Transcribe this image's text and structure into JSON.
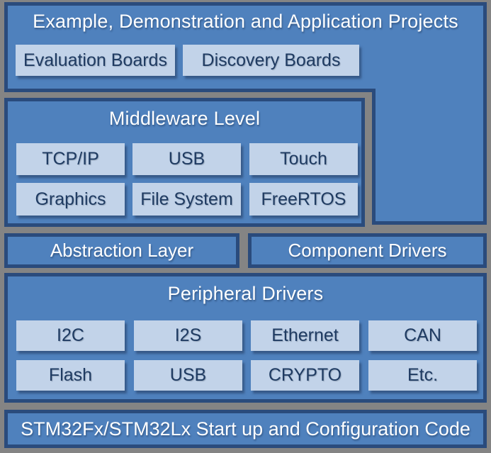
{
  "colors": {
    "background_gray": "#848484",
    "block_fill_blue": "#4F81BD",
    "block_border_navy": "#2A4B7C",
    "subblock_fill_light_blue": "#C2D3E9",
    "subblock_text_navy": "#1F3B62",
    "title_text_white": "#FFFFFF"
  },
  "diagram": {
    "application_layer": {
      "title": "Example, Demonstration and Application Projects",
      "boards": [
        "Evaluation Boards",
        "Discovery Boards"
      ]
    },
    "middleware": {
      "title": "Middleware Level",
      "components": [
        "TCP/IP",
        "USB",
        "Touch",
        "Graphics",
        "File System",
        "FreeRTOS"
      ]
    },
    "abstraction_layer": {
      "label": "Abstraction Layer"
    },
    "component_drivers": {
      "label": "Component Drivers"
    },
    "peripheral_drivers": {
      "title": "Peripheral Drivers",
      "components": [
        "I2C",
        "I2S",
        "Ethernet",
        "CAN",
        "Flash",
        "USB",
        "CRYPTO",
        "Etc."
      ]
    },
    "startup": {
      "label": "STM32Fx/STM32Lx Start up and Configuration Code"
    }
  }
}
